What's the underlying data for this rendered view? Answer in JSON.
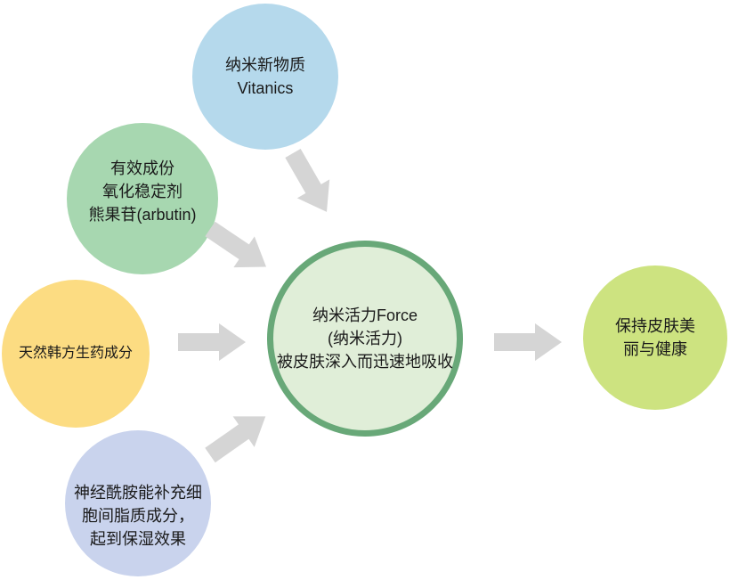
{
  "diagram": {
    "title": "nano-vitality skincare concept diagram",
    "nodes": {
      "vitanics": {
        "line1": "纳米新物质",
        "line2": "Vitanics"
      },
      "arbutin": {
        "line1": "有效成份",
        "line2": "氧化稳定剂",
        "line3": "熊果苷(arbutin)"
      },
      "herbal": {
        "line1": "天然韩方生药成分"
      },
      "ceramide": {
        "line1": "神经酰胺能补充细",
        "line2": "胞间脂质成分，",
        "line3": "起到保湿效果"
      },
      "core": {
        "line1": "纳米活力Force",
        "line2": "(纳米活力)",
        "line3": "被皮肤深入而迅速地吸收"
      },
      "result": {
        "line1": "保持皮肤美",
        "line2": "丽与健康"
      }
    },
    "arrows": [
      {
        "from": "vitanics",
        "to": "core"
      },
      {
        "from": "arbutin",
        "to": "core"
      },
      {
        "from": "herbal",
        "to": "core"
      },
      {
        "from": "ceramide",
        "to": "core"
      },
      {
        "from": "core",
        "to": "result"
      }
    ],
    "colors": {
      "vitanics": "#b5d9ec",
      "arbutin": "#a7d7b0",
      "herbal": "#fcdc82",
      "ceramide": "#c9d3ed",
      "core_fill": "#e0eed8",
      "core_border": "#68a878",
      "result": "#cde380",
      "arrow": "#d5d5d5",
      "text": "#1a1a1a"
    }
  }
}
